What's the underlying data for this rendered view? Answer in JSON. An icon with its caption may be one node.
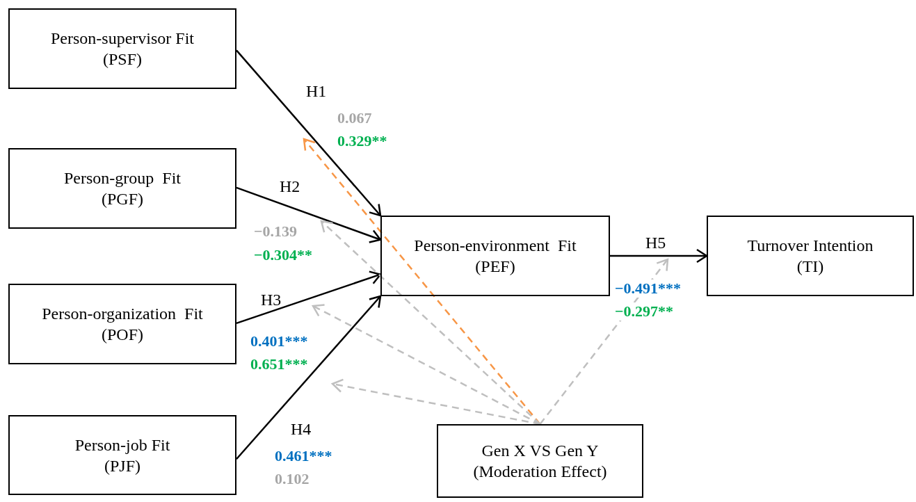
{
  "diagram": {
    "nodes": [
      {
        "text": [
          "Person-supervisor Fit",
          "(PSF)"
        ]
      },
      {
        "text": [
          "Person-group  Fit",
          "(PGF)"
        ]
      },
      {
        "text": [
          "Person-organization  Fit",
          "(POF)"
        ]
      },
      {
        "text": [
          "Person-job Fit",
          "(PJF)"
        ]
      },
      {
        "text": [
          "Person-environment  Fit",
          "(PEF)"
        ]
      },
      {
        "text": [
          "Turnover Intention",
          "(TI)"
        ]
      },
      {
        "text": [
          "Gen X VS Gen Y",
          "(Moderation Effect)"
        ]
      }
    ],
    "edges": [
      {
        "from": 0,
        "to": 4,
        "arrow": "to",
        "label": "H1"
      },
      {
        "from": 1,
        "to": 4,
        "arrow": "to",
        "label": "H2"
      },
      {
        "from": 2,
        "to": 4,
        "arrow": "to",
        "label": "H3"
      },
      {
        "from": 3,
        "to": 4,
        "arrow": "to",
        "label": "H4"
      },
      {
        "from": 4,
        "to": 5,
        "arrow": "to",
        "label": "H5"
      },
      {
        "from": 6,
        "to": null,
        "arrow": "to",
        "style": "dashed",
        "color": "#f79646"
      },
      {
        "from": 6,
        "to": null,
        "arrow": "to",
        "style": "dashed",
        "color": "#bfbfbf"
      },
      {
        "from": 6,
        "to": null,
        "arrow": "to",
        "style": "dashed",
        "color": "#bfbfbf"
      },
      {
        "from": 6,
        "to": null,
        "arrow": "to",
        "style": "dashed",
        "color": "#bfbfbf"
      },
      {
        "from": 6,
        "to": null,
        "arrow": "to",
        "style": "dashed",
        "color": "#bfbfbf"
      }
    ],
    "labels": [
      "0.067",
      "0.329**",
      "−0.139",
      "−0.304**",
      "0.401***",
      "0.651***",
      "0.461***",
      "0.102",
      "−0.491***",
      "−0.297**"
    ]
  }
}
